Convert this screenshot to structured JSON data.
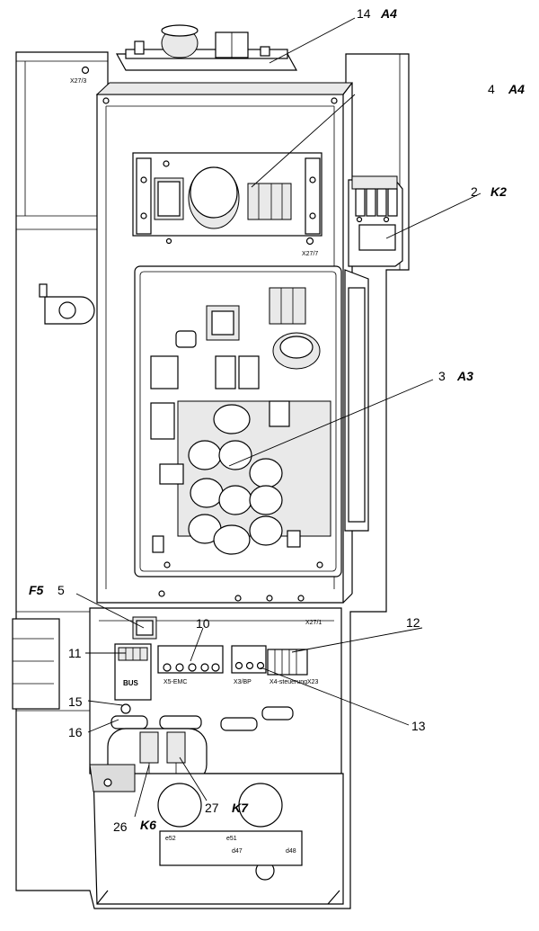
{
  "callouts": [
    {
      "number": "14",
      "designation": "A4"
    },
    {
      "number": "4",
      "designation": "A4"
    },
    {
      "number": "2",
      "designation": "K2"
    },
    {
      "number": "3",
      "designation": "A3"
    },
    {
      "number": "5",
      "designation": "F5"
    },
    {
      "number": "10",
      "designation": ""
    },
    {
      "number": "12",
      "designation": ""
    },
    {
      "number": "11",
      "designation": ""
    },
    {
      "number": "15",
      "designation": ""
    },
    {
      "number": "16",
      "designation": ""
    },
    {
      "number": "13",
      "designation": ""
    },
    {
      "number": "26",
      "designation": "K6"
    },
    {
      "number": "27",
      "designation": "K7"
    }
  ],
  "terminal_labels": {
    "x27_3": "X27/3",
    "x27_7": "X27/7",
    "x27_1": "X27/1",
    "x23": "X23",
    "x5": "X5-EMC",
    "x3": "X3/BP",
    "x4": "X4-steuerung",
    "bus": "BUS",
    "e52": "e52",
    "e51": "e51",
    "d47": "d47",
    "d48": "d48"
  }
}
